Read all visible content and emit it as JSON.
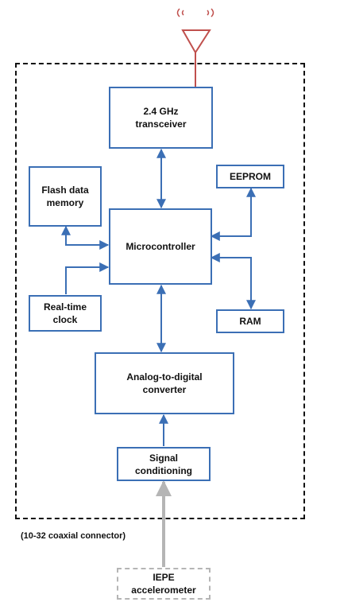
{
  "blocks": {
    "transceiver": [
      "2.4 GHz",
      "transceiver"
    ],
    "flash": [
      "Flash data",
      "memory"
    ],
    "eeprom": [
      "EEPROM"
    ],
    "microcontroller": [
      "Microcontroller"
    ],
    "rtc": [
      "Real-time",
      "clock"
    ],
    "ram": [
      "RAM"
    ],
    "adc": [
      "Analog-to-digital",
      "converter"
    ],
    "signal_conditioning": [
      "Signal",
      "conditioning"
    ],
    "iepe": [
      "IEPE",
      "accelerometer"
    ]
  },
  "connector_label": "(10-32 coaxial connector)",
  "colors": {
    "block_border": "#3b6fb5",
    "bus_line": "#3b6fb5",
    "antenna": "#c0504d",
    "enclosure": "#111111",
    "sensor_line": "#b5b5b5"
  },
  "icons": [
    "antenna-icon",
    "radio-waves-icon"
  ]
}
